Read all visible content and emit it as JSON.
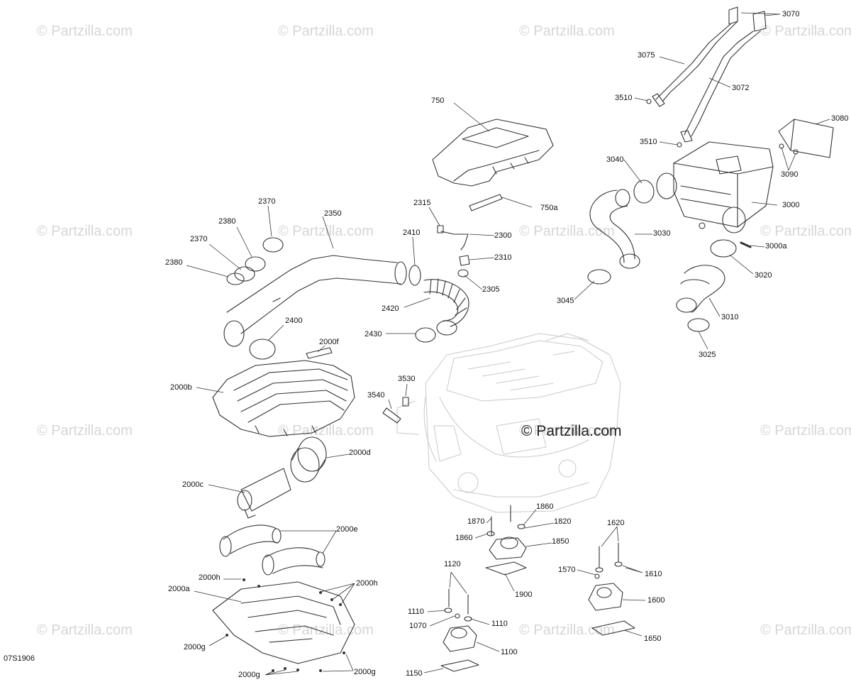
{
  "watermark": {
    "text": "© Partzilla.com",
    "center_text": "© Partzilla.com",
    "color": "#d6d6d6"
  },
  "diagram_code": "07S1906",
  "labels": [
    {
      "id": "3070",
      "text": "3070"
    },
    {
      "id": "3075",
      "text": "3075"
    },
    {
      "id": "3072",
      "text": "3072"
    },
    {
      "id": "3510a",
      "text": "3510"
    },
    {
      "id": "3510b",
      "text": "3510"
    },
    {
      "id": "3080",
      "text": "3080"
    },
    {
      "id": "3090",
      "text": "3090"
    },
    {
      "id": "750",
      "text": "750"
    },
    {
      "id": "750a",
      "text": "750a"
    },
    {
      "id": "3040",
      "text": "3040"
    },
    {
      "id": "3000",
      "text": "3000"
    },
    {
      "id": "3030",
      "text": "3030"
    },
    {
      "id": "3000a",
      "text": "3000a"
    },
    {
      "id": "3020",
      "text": "3020"
    },
    {
      "id": "3045",
      "text": "3045"
    },
    {
      "id": "3010",
      "text": "3010"
    },
    {
      "id": "3025",
      "text": "3025"
    },
    {
      "id": "2370a",
      "text": "2370"
    },
    {
      "id": "2380a",
      "text": "2380"
    },
    {
      "id": "2370b",
      "text": "2370"
    },
    {
      "id": "2380b",
      "text": "2380"
    },
    {
      "id": "2350",
      "text": "2350"
    },
    {
      "id": "2315",
      "text": "2315"
    },
    {
      "id": "2410",
      "text": "2410"
    },
    {
      "id": "2300",
      "text": "2300"
    },
    {
      "id": "2310",
      "text": "2310"
    },
    {
      "id": "2305",
      "text": "2305"
    },
    {
      "id": "2420",
      "text": "2420"
    },
    {
      "id": "2430",
      "text": "2430"
    },
    {
      "id": "2400",
      "text": "2400"
    },
    {
      "id": "2000f",
      "text": "2000f"
    },
    {
      "id": "2000b",
      "text": "2000b"
    },
    {
      "id": "3530",
      "text": "3530"
    },
    {
      "id": "3540",
      "text": "3540"
    },
    {
      "id": "2000d",
      "text": "2000d"
    },
    {
      "id": "2000c",
      "text": "2000c"
    },
    {
      "id": "2000e",
      "text": "2000e"
    },
    {
      "id": "1870",
      "text": "1870"
    },
    {
      "id": "1860a",
      "text": "1860"
    },
    {
      "id": "1820",
      "text": "1820"
    },
    {
      "id": "1860b",
      "text": "1860"
    },
    {
      "id": "1850",
      "text": "1850"
    },
    {
      "id": "1620",
      "text": "1620"
    },
    {
      "id": "1900",
      "text": "1900"
    },
    {
      "id": "1570",
      "text": "1570"
    },
    {
      "id": "1610",
      "text": "1610"
    },
    {
      "id": "1120",
      "text": "1120"
    },
    {
      "id": "2000h1",
      "text": "2000h"
    },
    {
      "id": "2000h2",
      "text": "2000h"
    },
    {
      "id": "2000a",
      "text": "2000a"
    },
    {
      "id": "1600",
      "text": "1600"
    },
    {
      "id": "1110a",
      "text": "1110"
    },
    {
      "id": "1070",
      "text": "1070"
    },
    {
      "id": "1110b",
      "text": "1110"
    },
    {
      "id": "1650",
      "text": "1650"
    },
    {
      "id": "2000g1",
      "text": "2000g"
    },
    {
      "id": "1100",
      "text": "1100"
    },
    {
      "id": "2000g2",
      "text": "2000g"
    },
    {
      "id": "2000g3",
      "text": "2000g"
    },
    {
      "id": "1150",
      "text": "1150"
    }
  ]
}
